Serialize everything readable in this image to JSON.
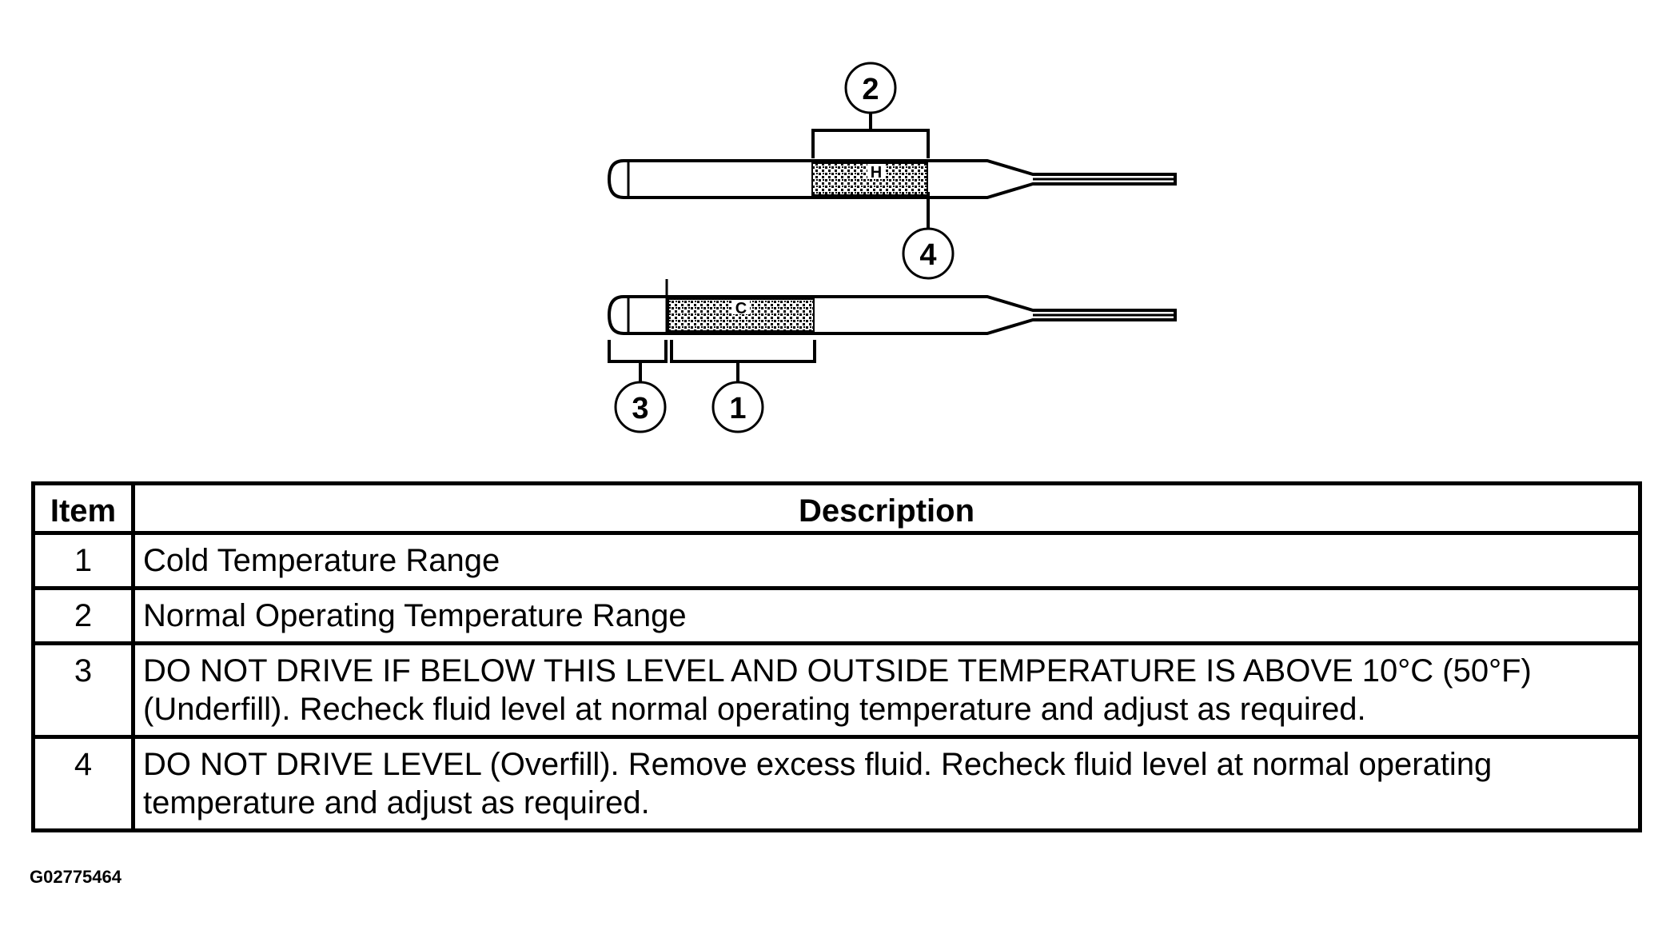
{
  "callouts": {
    "c1": "1",
    "c2": "2",
    "c3": "3",
    "c4": "4"
  },
  "dipstick_marks": {
    "hot_mark": "H",
    "cold_mark": "C"
  },
  "table": {
    "headers": {
      "item": "Item",
      "description": "Description"
    },
    "rows": [
      {
        "item": "1",
        "description": "Cold Temperature Range"
      },
      {
        "item": "2",
        "description": "Normal Operating Temperature Range"
      },
      {
        "item": "3",
        "line1": "DO NOT DRIVE IF BELOW THIS LEVEL AND OUTSIDE TEMPERATURE IS ABOVE 10°C (50°F)",
        "line2": "(Underfill). Recheck fluid level at normal operating temperature and adjust as required."
      },
      {
        "item": "4",
        "line1": "DO NOT DRIVE LEVEL (Overfill). Remove excess fluid. Recheck fluid level at normal operating",
        "line2": "temperature and adjust as required."
      }
    ]
  },
  "figure_id": "G02775464"
}
